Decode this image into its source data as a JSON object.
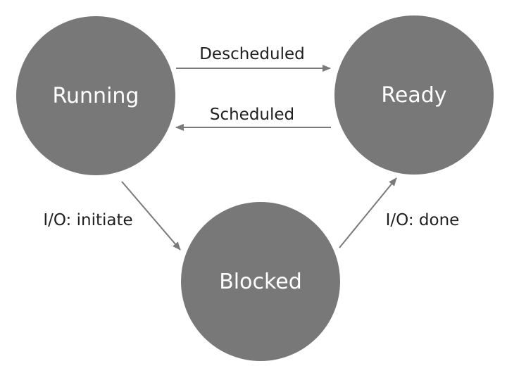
{
  "states": {
    "running": "Running",
    "ready": "Ready",
    "blocked": "Blocked"
  },
  "transitions": {
    "descheduled": "Descheduled",
    "scheduled": "Scheduled",
    "io_initiate": "I/O: initiate",
    "io_done": "I/O: done"
  },
  "colors": {
    "state_fill": "#787878",
    "state_text": "#ffffff",
    "arrow": "#7a7a7a",
    "label_text": "#1f1f1f"
  }
}
